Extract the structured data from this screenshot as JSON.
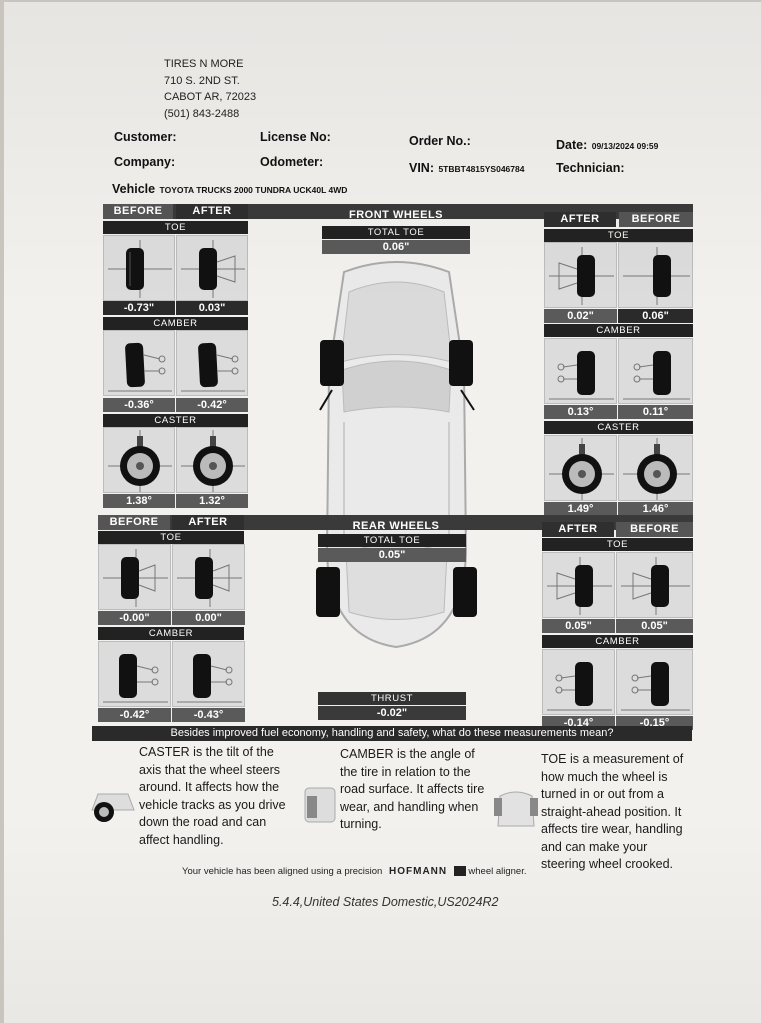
{
  "shop": {
    "name": "TIRES N MORE",
    "address1": "710 S. 2ND ST.",
    "address2": "CABOT AR, 72023",
    "phone": "(501) 843-2488"
  },
  "header": {
    "customer_label": "Customer:",
    "license_label": "License No:",
    "order_label": "Order No.:",
    "date_label": "Date:",
    "date_value": "09/13/2024 09:59",
    "company_label": "Company:",
    "odometer_label": "Odometer:",
    "vin_label": "VIN:",
    "vin_value": "5TBBT4815YS046784",
    "technician_label": "Technician:",
    "vehicle_label": "Vehicle",
    "vehicle_value": "TOYOTA TRUCKS 2000 TUNDRA UCK40L 4WD"
  },
  "front": {
    "title": "FRONT WHEELS",
    "total_toe_label": "TOTAL TOE",
    "total_toe_value": "0.06\"",
    "left": {
      "before_label": "BEFORE",
      "after_label": "AFTER",
      "toe_label": "TOE",
      "toe_before": "-0.73\"",
      "toe_after": "0.03\"",
      "camber_label": "CAMBER",
      "camber_before": "-0.36°",
      "camber_after": "-0.42°",
      "caster_label": "CASTER",
      "caster_before": "1.38°",
      "caster_after": "1.32°"
    },
    "right": {
      "after_label": "AFTER",
      "before_label": "BEFORE",
      "toe_label": "TOE",
      "toe_after": "0.02\"",
      "toe_before": "0.06\"",
      "camber_label": "CAMBER",
      "camber_after": "0.13°",
      "camber_before": "0.11°",
      "caster_label": "CASTER",
      "caster_after": "1.49°",
      "caster_before": "1.46°"
    }
  },
  "rear": {
    "title": "REAR WHEELS",
    "total_toe_label": "TOTAL TOE",
    "total_toe_value": "0.05\"",
    "thrust_label": "THRUST",
    "thrust_value": "-0.02\"",
    "left": {
      "before_label": "BEFORE",
      "after_label": "AFTER",
      "toe_label": "TOE",
      "toe_before": "-0.00\"",
      "toe_after": "0.00\"",
      "camber_label": "CAMBER",
      "camber_before": "-0.42°",
      "camber_after": "-0.43°"
    },
    "right": {
      "after_label": "AFTER",
      "before_label": "BEFORE",
      "toe_label": "TOE",
      "toe_after": "0.05\"",
      "toe_before": "0.05\"",
      "camber_label": "CAMBER",
      "camber_after": "-0.14°",
      "camber_before": "-0.15°"
    }
  },
  "explain": {
    "question": "Besides improved fuel economy, handling and safety, what do these measurements mean?",
    "caster_lines": [
      "CASTER is the tilt of the",
      "axis that the wheel steers",
      "around. It affects how the",
      "vehicle tracks as you drive",
      "down the road and can",
      "affect handling."
    ],
    "camber_lines": [
      "CAMBER is the angle of",
      "the tire in relation to the",
      "road surface. It affects tire",
      "wear, and handling when",
      "turning."
    ],
    "toe_lines": [
      "TOE is a measurement of",
      "how much the wheel is",
      "turned in or out from a",
      "straight-ahead position. It",
      "affects tire wear, handling",
      "and can make your",
      "steering wheel crooked."
    ]
  },
  "footer": {
    "aligned_prefix": "Your vehicle has been aligned using a precision",
    "brand": "HOFMANN",
    "aligned_suffix": "wheel aligner.",
    "version": "5.4.4,United States Domestic,US2024R2"
  },
  "icons": {
    "toe": "tire-toe-icon",
    "camber": "tire-camber-icon",
    "caster": "wheel-caster-icon",
    "car": "car-top-view-icon"
  }
}
